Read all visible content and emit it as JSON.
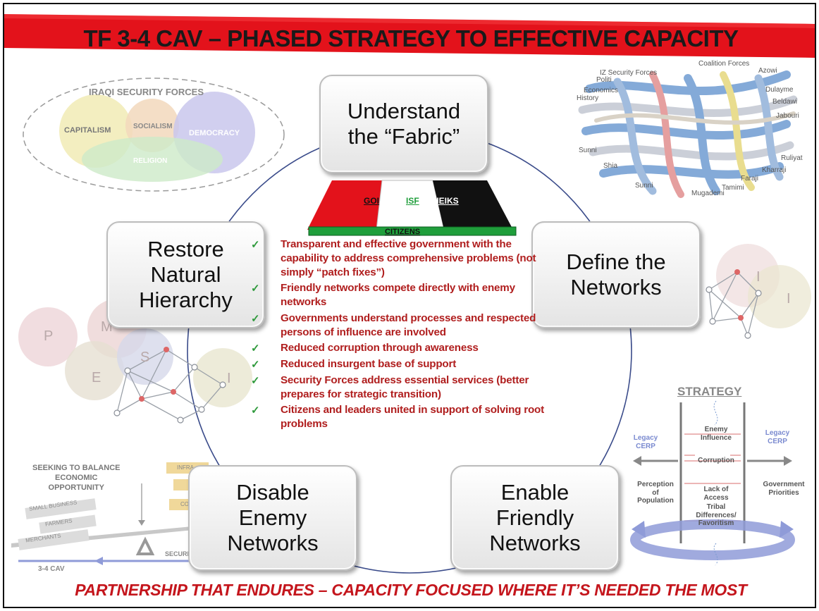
{
  "title": "TF 3-4 CAV – PHASED STRATEGY TO EFFECTIVE CAPACITY",
  "footer": "PARTNERSHIP THAT ENDURES – CAPACITY FOCUSED WHERE IT’S NEEDED THE MOST",
  "phases": {
    "understand": "Understand\nthe “Fabric”",
    "define": "Define the\nNetworks",
    "enable": "Enable\nFriendly\nNetworks",
    "disable": "Disable\nEnemy\nNetworks",
    "restore": "Restore\nNatural\nHierarchy"
  },
  "triangle": {
    "goi": "GOI",
    "isf": "ISF",
    "sheiks": "SHEIKS",
    "citizens": "CITIZENS"
  },
  "bullets": [
    "Transparent and effective government with the capability to address comprehensive problems (not simply “patch fixes”)",
    "Friendly networks compete directly with enemy networks",
    "Governments understand processes and respected persons of influence are involved",
    "Reduced corruption through awareness",
    "Reduced insurgent base of support",
    "Security Forces address essential services (better prepares for strategic transition)",
    "Citizens and leaders united in support of solving root problems"
  ],
  "venn": {
    "title": "IRAQI SECURITY FORCES",
    "capitalism": "CAPITALISM",
    "socialism": "SOCIALISM",
    "democracy": "DEMOCRACY",
    "religion": "RELIGION"
  },
  "fabric_labels": [
    "Coalition Forces",
    "IZ Security Forces",
    "Politi",
    "Economics",
    "History",
    "Azowi",
    "Dulayme",
    "Beldawi",
    "Jabouri",
    "Sunni",
    "Shia",
    "Sunni",
    "Ruliyat",
    "Kharraji",
    "Faraji",
    "Tamimi",
    "Mugademi"
  ],
  "pmesii": [
    "P",
    "M",
    "E",
    "S",
    "I",
    "I",
    "I"
  ],
  "balance": {
    "heading": "SEEKING TO BALANCE\nECONOMIC\nOPPORTUNITY",
    "left_items": [
      "SMALL BUSINESS",
      "FARMERS",
      "MERCHANTS"
    ],
    "right_items": [
      "INFRA",
      "",
      "CO"
    ],
    "fulcrum_label": "SECURI",
    "unit": "3-4 CAV"
  },
  "strategy": {
    "heading": "STRATEGY",
    "items": [
      "Enemy\nInfluence",
      "Corruption",
      "Lack of\nAccess",
      "Tribal\nDifferences/\nFavoritism"
    ],
    "legacy_left": "Legacy\nCERP",
    "legacy_right": "Legacy\nCERP",
    "left_label": "Perception\nof\nPopulation",
    "right_label": "Government\nPriorities",
    "cerp": "CERP"
  },
  "colors": {
    "banner": "#e3121b",
    "bullet_text": "#b01e1e",
    "check": "#2f9a3c",
    "footer": "#c4151c",
    "citizens_bar": "#1f9e3b"
  }
}
